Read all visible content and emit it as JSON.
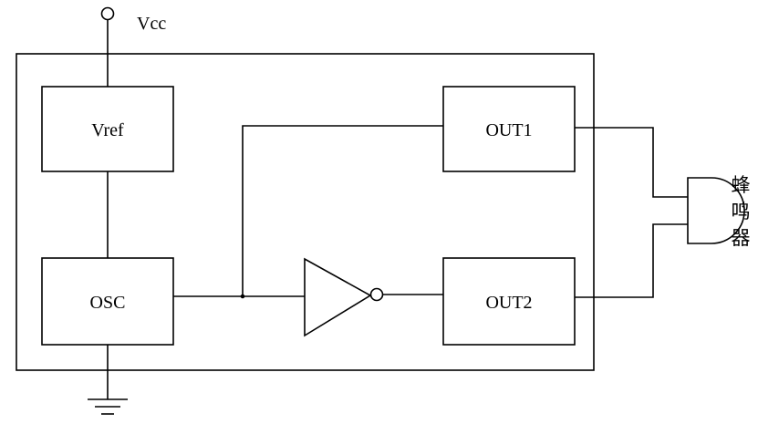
{
  "diagram": {
    "supply_label": "Vcc",
    "blocks": {
      "vref": "Vref",
      "osc": "OSC",
      "out1": "OUT1",
      "out2": "OUT2"
    },
    "buzzer_label": [
      "蜂",
      "鸣",
      "器"
    ]
  }
}
